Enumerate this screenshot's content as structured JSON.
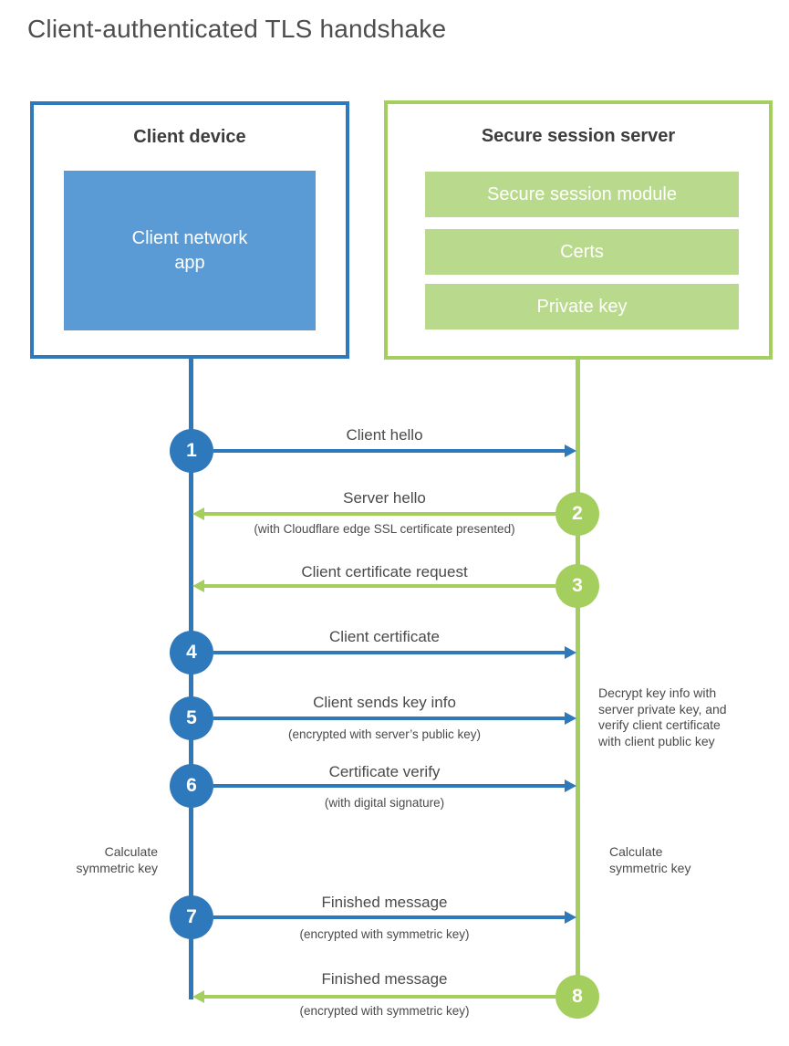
{
  "page": {
    "title": "Client-authenticated TLS handshake"
  },
  "client_box": {
    "title": "Client device",
    "app_label": "Client network\napp"
  },
  "server_box": {
    "title": "Secure session server",
    "modules": [
      "Secure session module",
      "Certs",
      "Private key"
    ]
  },
  "steps": [
    {
      "num": "1",
      "side": "client",
      "direction": "right",
      "label": "Client hello",
      "sub": ""
    },
    {
      "num": "2",
      "side": "server",
      "direction": "left",
      "label": "Server hello",
      "sub": "(with Cloudflare edge SSL certificate presented)"
    },
    {
      "num": "3",
      "side": "server",
      "direction": "left",
      "label": "Client certificate request",
      "sub": ""
    },
    {
      "num": "4",
      "side": "client",
      "direction": "right",
      "label": "Client certificate",
      "sub": ""
    },
    {
      "num": "5",
      "side": "client",
      "direction": "right",
      "label": "Client sends key info",
      "sub": "(encrypted with server’s public key)"
    },
    {
      "num": "6",
      "side": "client",
      "direction": "right",
      "label": "Certificate verify",
      "sub": "(with digital signature)"
    },
    {
      "num": "7",
      "side": "client",
      "direction": "right",
      "label": "Finished message",
      "sub": "(encrypted with symmetric key)"
    },
    {
      "num": "8",
      "side": "server",
      "direction": "left",
      "label": "Finished message",
      "sub": "(encrypted with symmetric key)"
    }
  ],
  "notes": {
    "left_calculate": "Calculate\nsymmetric key",
    "right_calculate": "Calculate\nsymmetric key",
    "decrypt_note": "Decrypt key info with\nserver private key, and\nverify client certificate\nwith client public key"
  },
  "colors": {
    "client_blue": "#2e78bc",
    "client_fill": "#5b9bd5",
    "server_green": "#a4cf5f",
    "server_fill": "#b9da8c",
    "text_dark": "#3d3d3d",
    "text_gray": "#4a4a4a",
    "title_gray": "#4d4d4d"
  }
}
